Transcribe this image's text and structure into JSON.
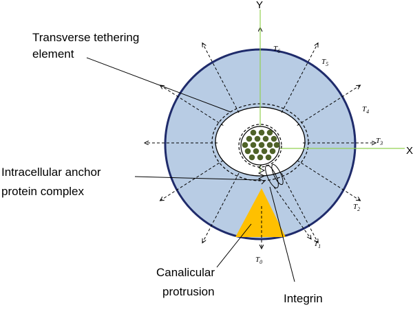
{
  "colors": {
    "outer_fill": "#b8cce4",
    "outer_stroke": "#1f2b6b",
    "axis": "#92d050",
    "canalicular": "#ffc000",
    "fiber": "#4f6228"
  },
  "axes": {
    "y": "Y",
    "x": "X"
  },
  "tethers": [
    {
      "letter": "T",
      "index": "0"
    },
    {
      "letter": "T",
      "index": "1"
    },
    {
      "letter": "T",
      "index": "2"
    },
    {
      "letter": "T",
      "index": "3"
    },
    {
      "letter": "T",
      "index": "4"
    },
    {
      "letter": "T",
      "index": "5"
    },
    {
      "letter": "T",
      "index": "6"
    }
  ],
  "labels": {
    "transverse": [
      "Transverse tethering",
      "element"
    ],
    "anchor": [
      "Intracellular anchor",
      "protein complex"
    ],
    "canalicular": [
      "Canalicular",
      "protrusion"
    ],
    "integrin": "Integrin"
  }
}
